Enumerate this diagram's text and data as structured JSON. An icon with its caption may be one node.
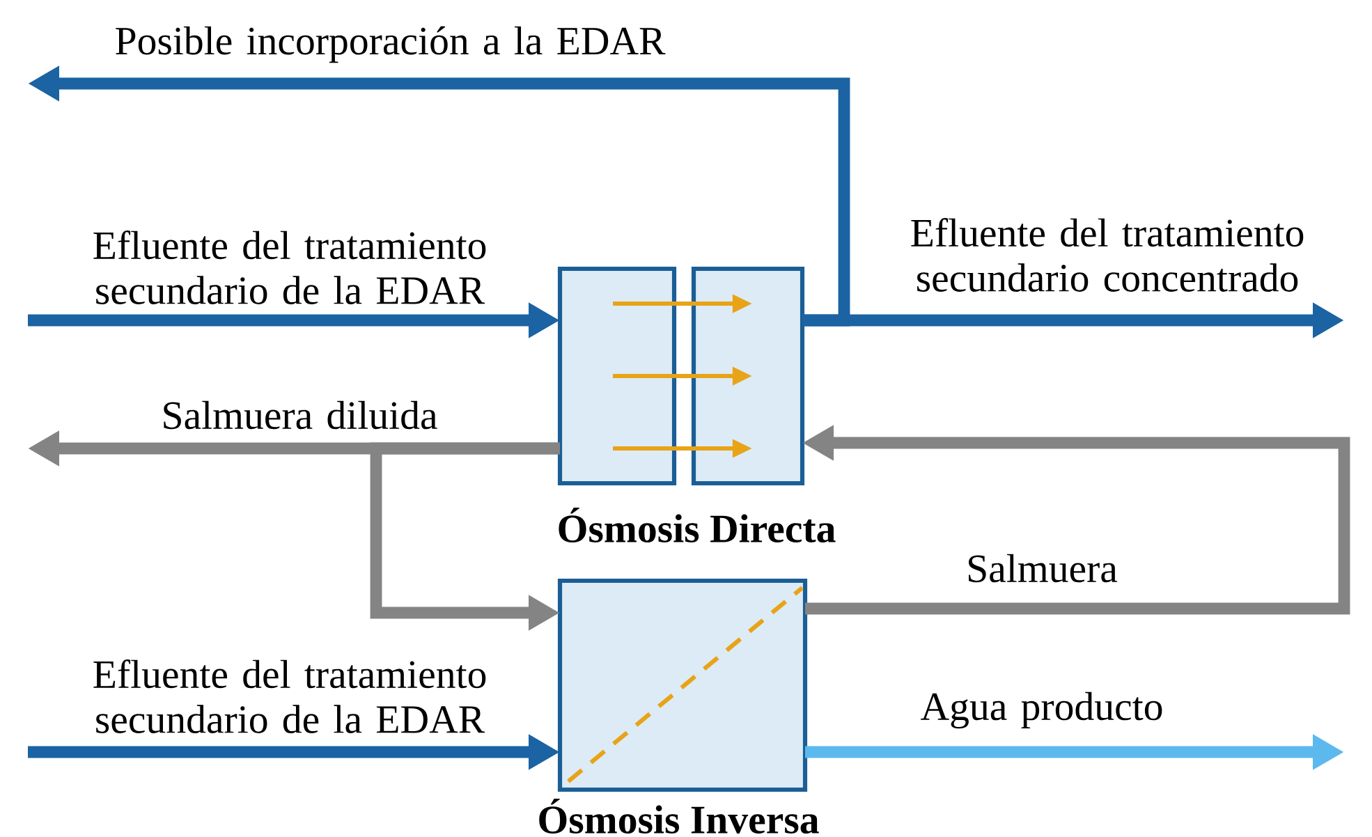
{
  "diagram": {
    "nodes": [
      {
        "text": [
          "Ósmosis Directa"
        ]
      },
      {
        "text": [
          "Ósmosis Inversa"
        ]
      }
    ],
    "edges": [
      {
        "from": null,
        "to": 0,
        "arrow": "to",
        "label": "Efluente del tratamiento secundario de la EDAR"
      },
      {
        "from": 0,
        "to": null,
        "arrow": "to",
        "label": "Efluente del tratamiento secundario concentrado"
      },
      {
        "from": 0,
        "to": null,
        "arrow": "to",
        "label": "Posible incorporación a la EDAR"
      },
      {
        "from": 0,
        "to": null,
        "arrow": "to",
        "label": "Salmuera diluida",
        "color": "#848484"
      },
      {
        "from": 0,
        "to": 1,
        "arrow": "to",
        "color": "#848484"
      },
      {
        "from": 1,
        "to": 0,
        "arrow": "to",
        "label": "Salmuera",
        "color": "#848484"
      },
      {
        "from": null,
        "to": 1,
        "arrow": "to",
        "label": "Efluente del tratamiento secundario de la EDAR"
      },
      {
        "from": 1,
        "to": null,
        "arrow": "to",
        "label": "Agua producto",
        "color": "#5bb9ee"
      }
    ]
  }
}
